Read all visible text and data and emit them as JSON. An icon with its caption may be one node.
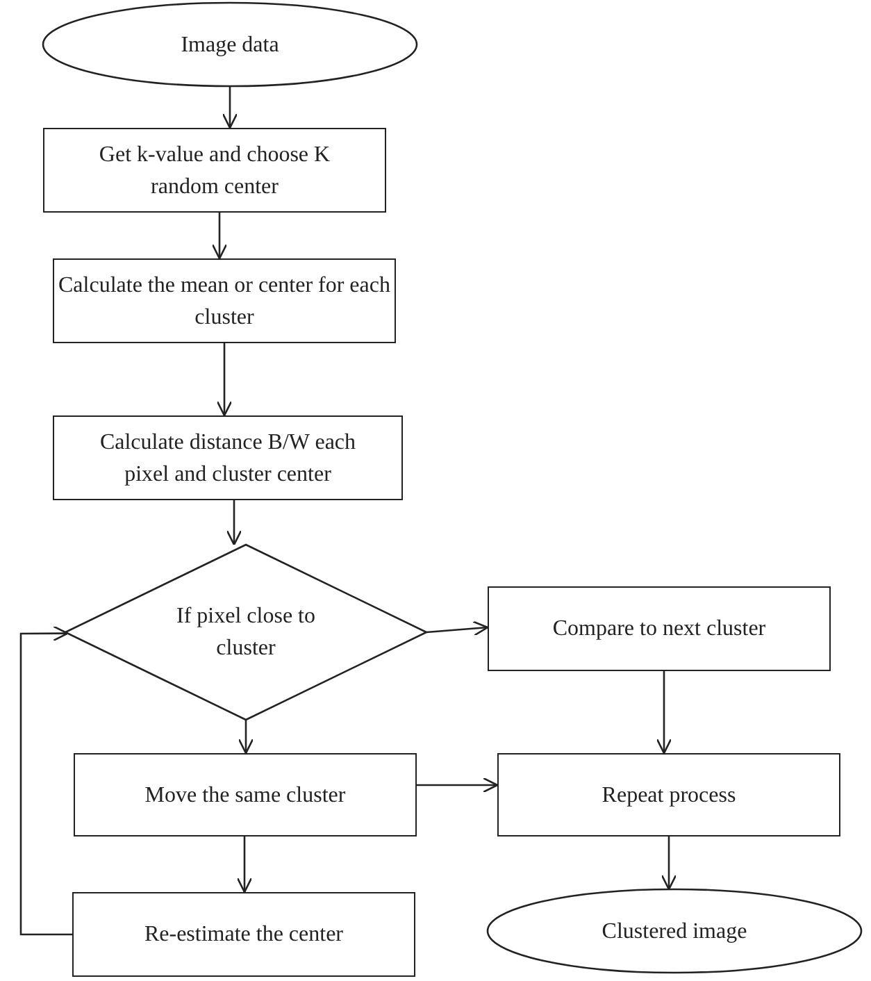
{
  "diagram": {
    "nodes": [
      {
        "text": [
          "Image data"
        ]
      },
      {
        "text": [
          "Get k-value and choose K random center"
        ]
      },
      {
        "text": [
          "Calculate the mean or center for each cluster"
        ]
      },
      {
        "text": [
          "Calculate distance B/W each pixel and cluster center"
        ]
      },
      {
        "text": [
          "If pixel close to cluster"
        ]
      },
      {
        "text": [
          "Compare to next cluster"
        ]
      },
      {
        "text": [
          "Move the same cluster"
        ]
      },
      {
        "text": [
          "Repeat process"
        ]
      },
      {
        "text": [
          "Re-estimate the center"
        ]
      },
      {
        "text": [
          "Clustered image"
        ]
      }
    ],
    "edges": [
      {
        "from": 0,
        "to": 1,
        "arrow": "to"
      },
      {
        "from": 1,
        "to": 2,
        "arrow": "to"
      },
      {
        "from": 2,
        "to": 3,
        "arrow": "to"
      },
      {
        "from": 3,
        "to": 4,
        "arrow": "to"
      },
      {
        "from": 4,
        "to": 5,
        "arrow": "to"
      },
      {
        "from": 4,
        "to": 6,
        "arrow": "to"
      },
      {
        "from": 6,
        "to": 7,
        "arrow": "to"
      },
      {
        "from": 5,
        "to": 7,
        "arrow": "to"
      },
      {
        "from": 6,
        "to": 8,
        "arrow": "to"
      },
      {
        "from": 8,
        "to": 4,
        "arrow": "to"
      },
      {
        "from": 7,
        "to": 9,
        "arrow": "to"
      }
    ]
  }
}
